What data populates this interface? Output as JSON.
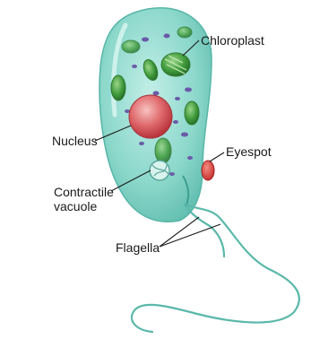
{
  "labels": {
    "chloroplast": "Chloroplast",
    "nucleus": "Nucleus",
    "eyespot": "Eyespot",
    "contractile_line1": "Contractile",
    "contractile_line2": "vacuole",
    "flagella": "Flagella"
  },
  "colors": {
    "body": "#7fd3c6",
    "body_edge": "#4fb3a4",
    "chloroplast": "#3f9a3a",
    "nucleus": "#d9545a",
    "eyespot": "#d83a3a",
    "granule": "#6a5aa8",
    "flagellum": "#5ab8aa"
  }
}
